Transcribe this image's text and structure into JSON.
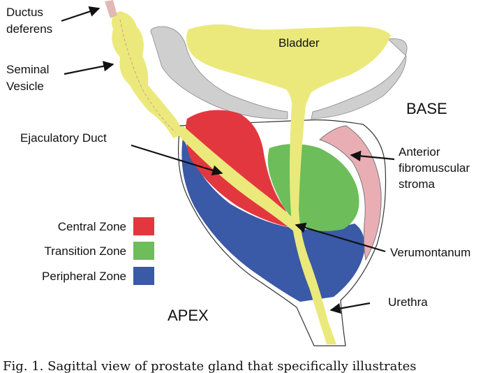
{
  "labels": {
    "ductus_deferens": [
      "Ductus",
      "deferens"
    ],
    "seminal_vesicle": [
      "Seminal",
      "Vesicle"
    ],
    "bladder": "Bladder",
    "base": "BASE",
    "ejaculatory_duct": "Ejaculatory Duct",
    "anterior_fibromuscular_stroma": [
      "Anterior",
      "fibromuscular",
      "stroma"
    ],
    "verumontanum": "Verumontanum",
    "urethra": "Urethra",
    "apex": "APEX"
  },
  "legend": [
    {
      "label": "Central Zone",
      "color": "#e3373f"
    },
    {
      "label": "Transition Zone",
      "color": "#6dbd5a"
    },
    {
      "label": "Peripheral Zone",
      "color": "#3a59a6"
    }
  ],
  "colors": {
    "yellow": "#ebe97b",
    "gray": "#cfcfcf",
    "pink": "#e9aeb3",
    "ductus": "#e2b8b4"
  },
  "caption": "Fig. 1. Sagittal view of prostate gland that specifically illustrates"
}
